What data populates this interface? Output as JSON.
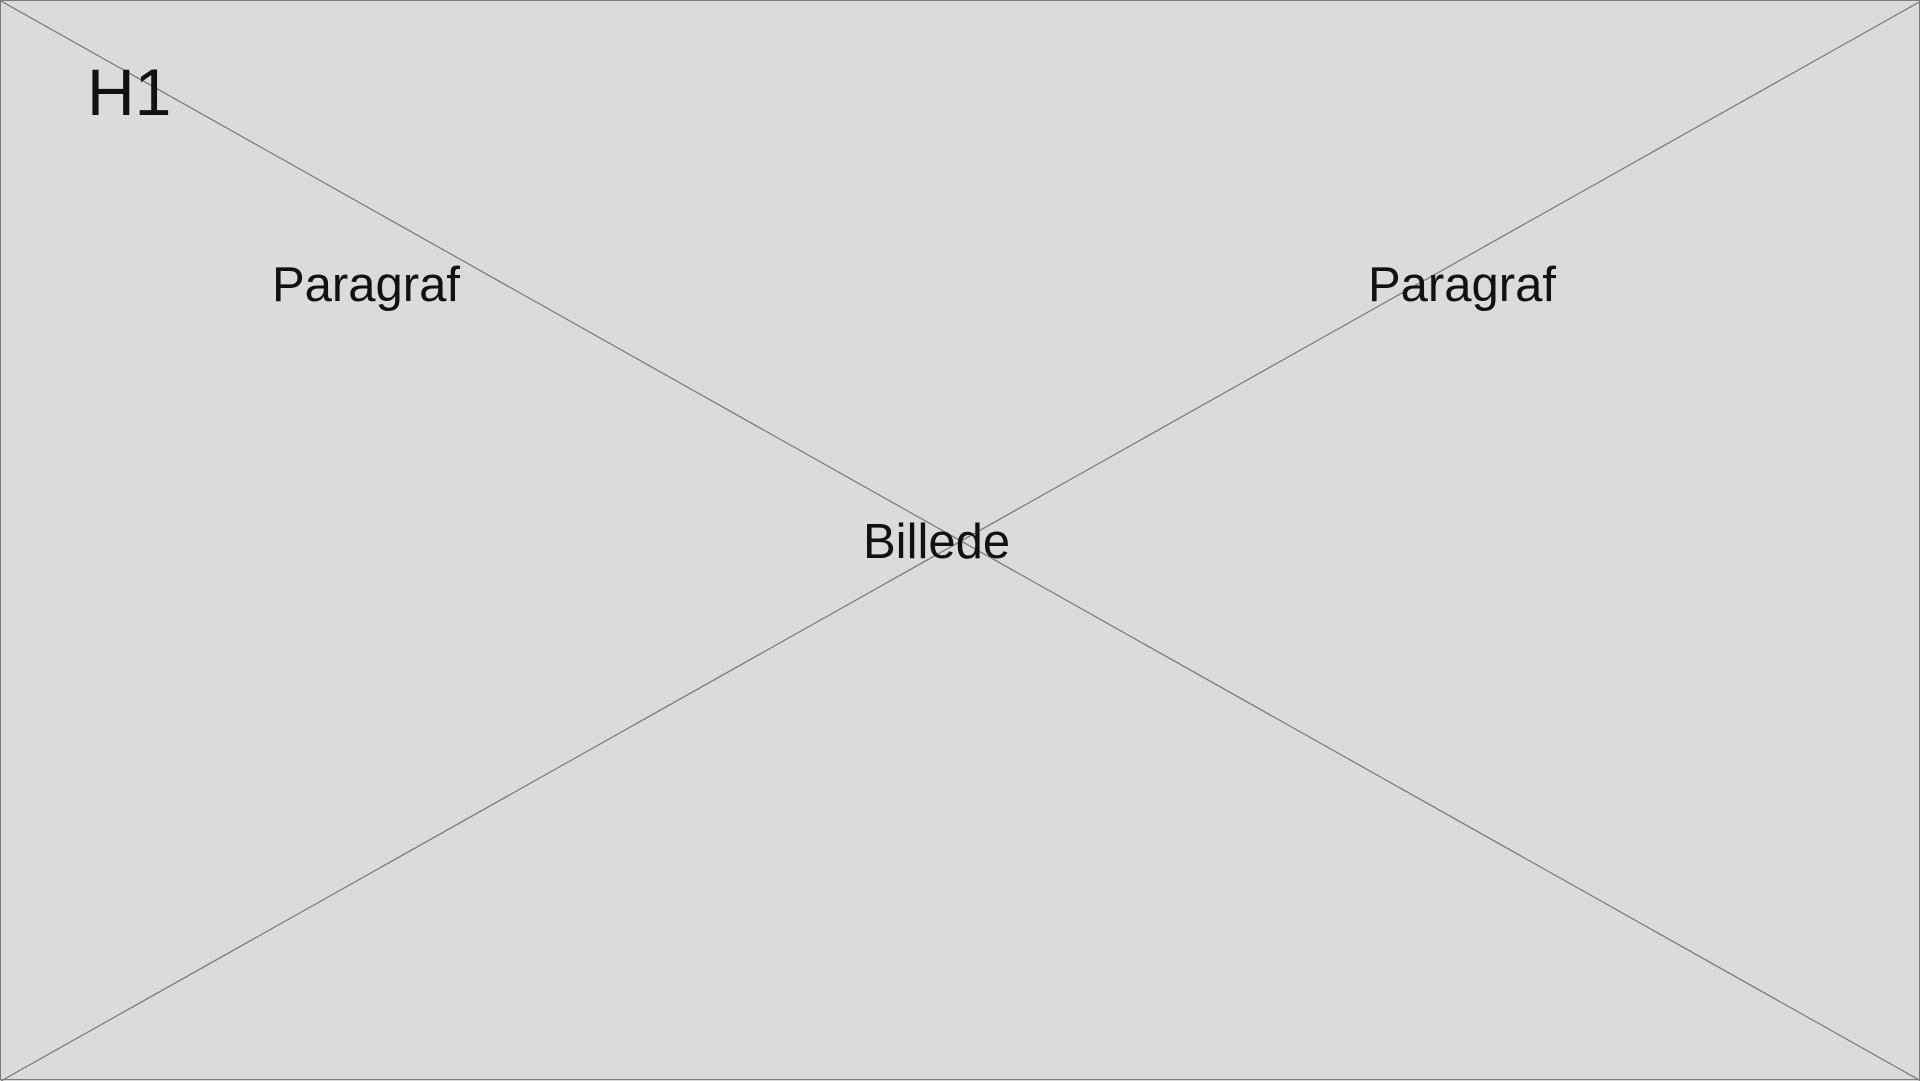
{
  "wireframe": {
    "heading_label": "H1",
    "paragraph_left_label": "Paragraf",
    "paragraph_right_label": "Paragraf",
    "image_placeholder_label": "Billede"
  },
  "colors": {
    "background": "#dcdbd9",
    "line": "#7a7a7a",
    "text": "#111111"
  }
}
